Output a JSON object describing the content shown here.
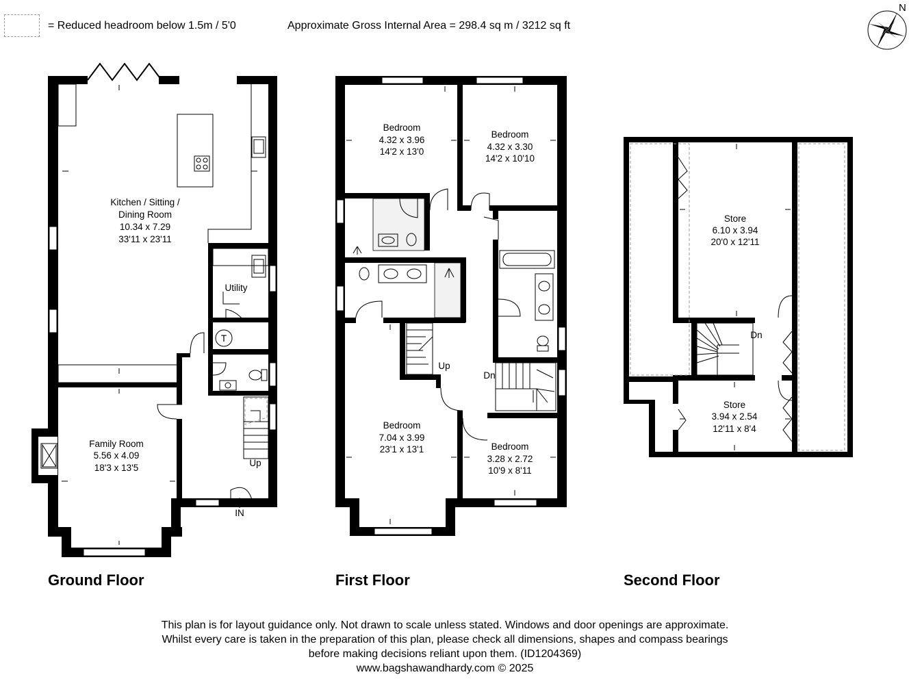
{
  "header": {
    "legend_text": "= Reduced headroom below 1.5m / 5'0",
    "gross_area": "Approximate Gross Internal Area = 298.4 sq m / 3212 sq ft",
    "compass_letter": "N"
  },
  "floors": {
    "ground": {
      "title": "Ground Floor",
      "rooms": {
        "kitchen": {
          "name_1": "Kitchen / Sitting /",
          "name_2": "Dining Room",
          "metric": "10.34 x 7.29",
          "imperial": "33'11 x 23'11"
        },
        "utility": {
          "name": "Utility"
        },
        "family": {
          "name": "Family Room",
          "metric": "5.56 x 4.09",
          "imperial": "18'3 x 13'5"
        }
      },
      "labels": {
        "tank": "T",
        "stairs_up": "Up",
        "entrance": "IN"
      }
    },
    "first": {
      "title": "First Floor",
      "rooms": {
        "bed1": {
          "name": "Bedroom",
          "metric": "4.32 x 3.96",
          "imperial": "14'2 x 13'0"
        },
        "bed2": {
          "name": "Bedroom",
          "metric": "4.32 x 3.30",
          "imperial": "14'2 x 10'10"
        },
        "bed3": {
          "name": "Bedroom",
          "metric": "7.04 x 3.99",
          "imperial": "23'1 x 13'1"
        },
        "bed4": {
          "name": "Bedroom",
          "metric": "3.28 x 2.72",
          "imperial": "10'9 x 8'11"
        }
      },
      "labels": {
        "stairs_up": "Up",
        "stairs_down": "Dn"
      }
    },
    "second": {
      "title": "Second Floor",
      "rooms": {
        "store1": {
          "name": "Store",
          "metric": "6.10 x 3.94",
          "imperial": "20'0 x 12'11"
        },
        "store2": {
          "name": "Store",
          "metric": "3.94 x 2.54",
          "imperial": "12'11 x 8'4"
        }
      },
      "labels": {
        "stairs_down": "Dn"
      }
    }
  },
  "disclaimer": {
    "line1": "This plan is for layout guidance only. Not drawn to scale unless stated. Windows and door openings are approximate.",
    "line2": "Whilst every care is taken in the preparation of this plan, please check all dimensions, shapes and compass bearings",
    "line3": "before making decisions reliant upon them. (ID1204369)",
    "website": "www.bagshawandhardy.com",
    "copyright": "© 2025"
  },
  "colors": {
    "wall": "#000000",
    "reduced_headroom_dash": "#9a9a9a",
    "background": "#ffffff"
  }
}
